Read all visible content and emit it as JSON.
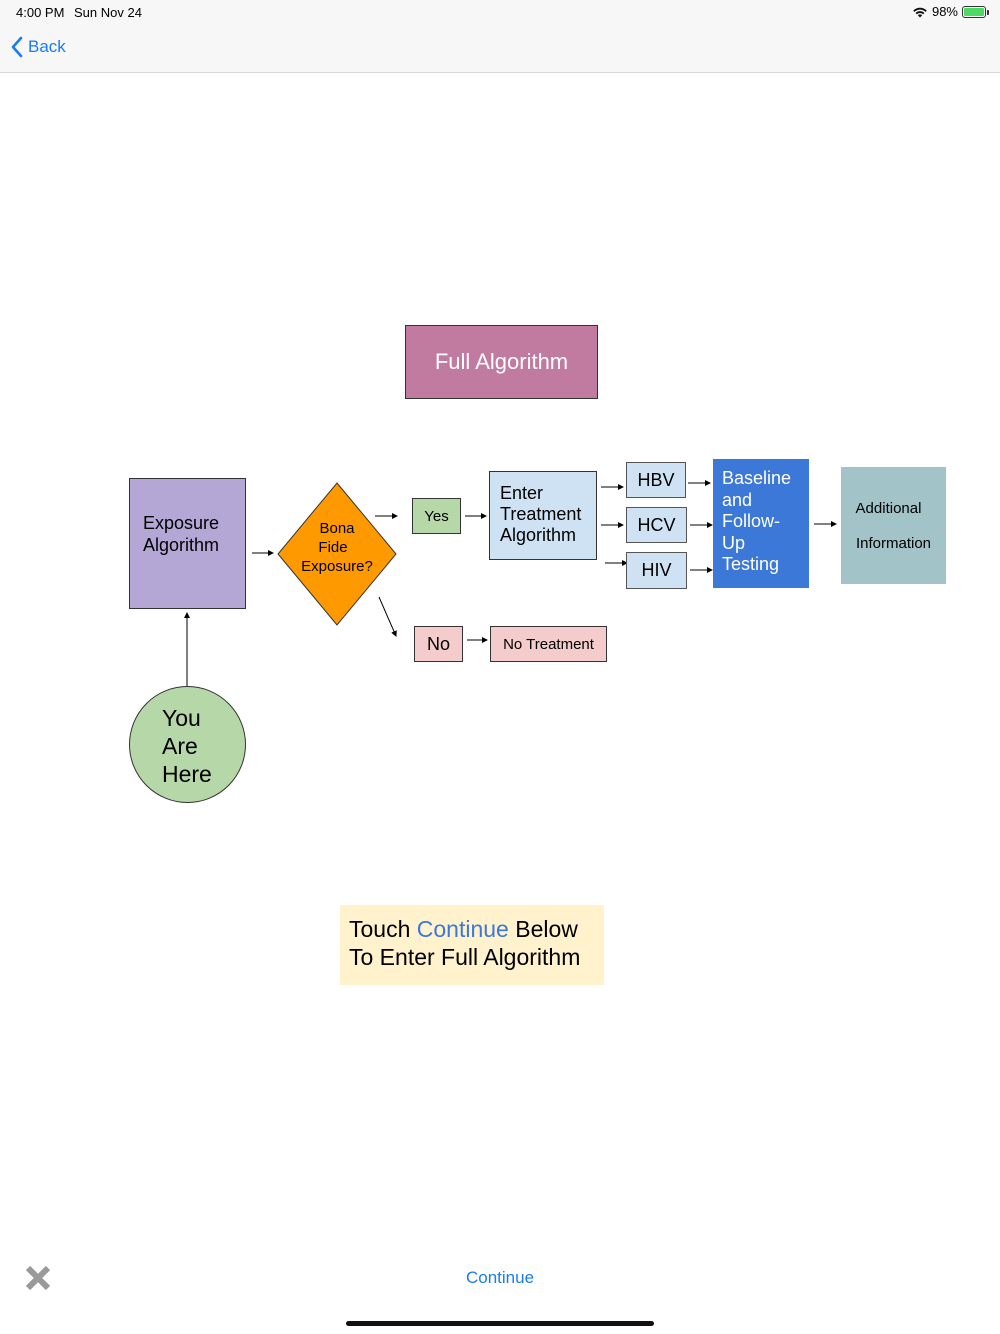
{
  "status": {
    "time": "4:00 PM",
    "date": "Sun Nov 24",
    "battery": "98%",
    "battery_level": 0.98
  },
  "nav": {
    "back_label": "Back",
    "back_icon": "chevron-left-icon"
  },
  "diagram": {
    "title": "Full Algorithm",
    "exposure": {
      "line1": "Exposure",
      "line2": "Algorithm"
    },
    "decision": {
      "line1": "Bona",
      "line2": "Fide",
      "line3": "Exposure?"
    },
    "yes": "Yes",
    "no": "No",
    "no_treatment": "No Treatment",
    "treatment": {
      "line1": "Enter",
      "line2": "Treatment",
      "line3": "Algorithm"
    },
    "hbv": "HBV",
    "hcv": "HCV",
    "hiv": "HIV",
    "baseline": {
      "line1": "Baseline",
      "line2": "and",
      "line3": "Follow-",
      "line4": "Up",
      "line5": "Testing"
    },
    "info": {
      "line1": "Additional",
      "line2": "Information"
    },
    "you_are_here": {
      "line1": "You",
      "line2": "Are",
      "line3": "Here"
    },
    "colors": {
      "title": "#c27ba0",
      "exposure": "#b4a7d6",
      "decision": "#ff9900",
      "yes": "#b6d7a8",
      "no": "#f4cccc",
      "treatment": "#cfe2f3",
      "baseline": "#3c78d8",
      "info": "#a2c4c9",
      "you": "#b6d7a8"
    }
  },
  "tip": {
    "word1": "Touch",
    "accent": "Continue",
    "word2": "Below",
    "line2": "To Enter Full Algorithm"
  },
  "footer": {
    "close_icon": "close-icon",
    "continue_label": "Continue"
  }
}
